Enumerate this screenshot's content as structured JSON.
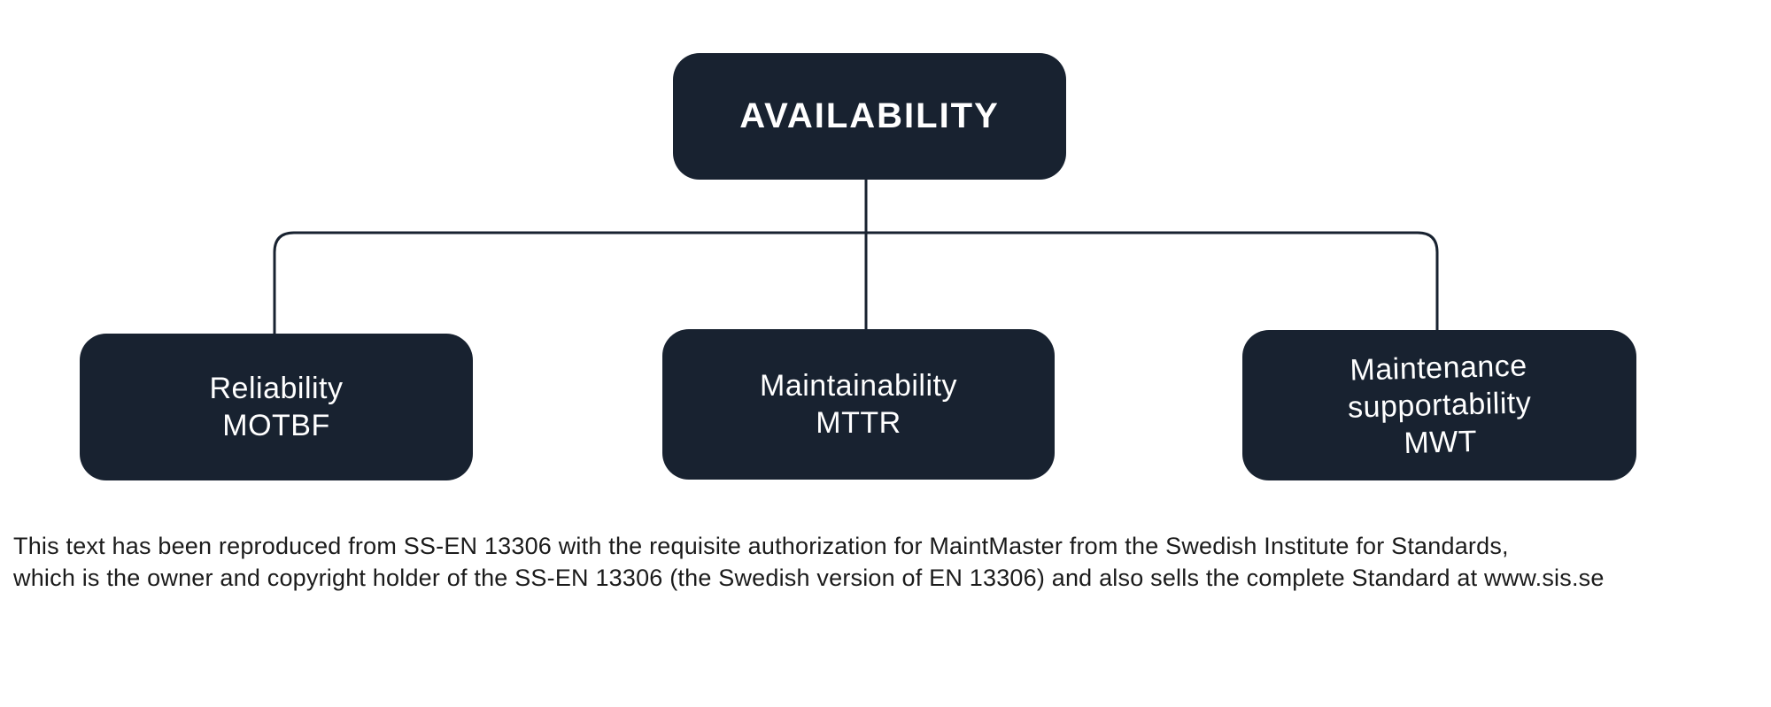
{
  "colors": {
    "box_bg": "#182230",
    "box_text": "#ffffff",
    "connector": "#182230",
    "page_bg": "#ffffff",
    "footer_text": "#1b1b1b"
  },
  "diagram": {
    "root": {
      "label": "AVAILABILITY"
    },
    "children": [
      {
        "lines": [
          "Reliability",
          "MOTBF"
        ]
      },
      {
        "lines": [
          "Maintainability",
          "MTTR"
        ]
      },
      {
        "lines": [
          "Maintenance",
          "supportability",
          "MWT"
        ]
      }
    ]
  },
  "footer": {
    "line1": "This text has been reproduced from SS-EN 13306 with the requisite authorization for MaintMaster from the Swedish Institute for Standards,",
    "line2": "which is the owner and copyright holder of the SS-EN 13306 (the Swedish version of EN 13306) and also sells the complete Standard at www.sis.se"
  }
}
